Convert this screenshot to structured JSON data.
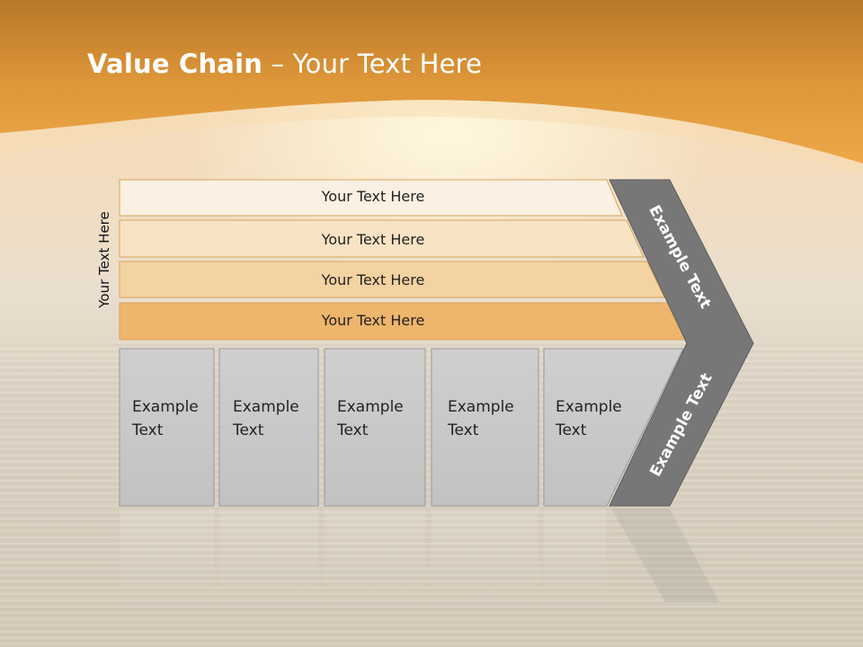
{
  "title": {
    "bold": "Value Chain",
    "rest": " – Your Text Here"
  },
  "side_label": "Your Text Here",
  "bands": [
    {
      "label": "Your Text Here",
      "color": "#fbf0e2"
    },
    {
      "label": "Your Text Here",
      "color": "#f8e3c4"
    },
    {
      "label": "Your Text Here",
      "color": "#f4d3a2"
    },
    {
      "label": "Your Text Here",
      "color": "#eeb56c"
    }
  ],
  "boxes": [
    {
      "line1": "Example",
      "line2": "Text"
    },
    {
      "line1": "Example",
      "line2": "Text"
    },
    {
      "line1": "Example",
      "line2": "Text"
    },
    {
      "line1": "Example",
      "line2": "Text"
    },
    {
      "line1": "Example",
      "line2": "Text"
    }
  ],
  "chevron": {
    "upper": "Example Text",
    "lower": "Example Text",
    "color": "#777777"
  },
  "colors": {
    "header": "#e29a3a",
    "box": "#c8c8c8",
    "box_border": "#999999"
  }
}
